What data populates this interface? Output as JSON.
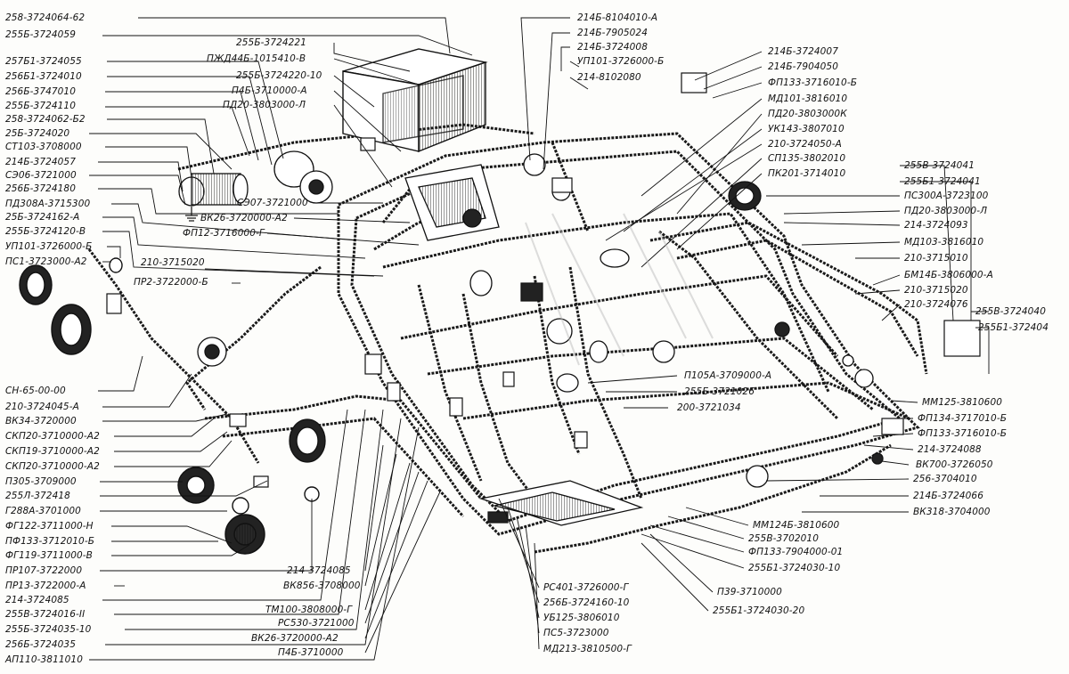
{
  "diagram": {
    "labels_left": [
      "258-3724064-62",
      "255Б-3724059",
      "257Б1-3724055",
      "256Б1-3724010",
      "256Б-3747010",
      "255Б-3724110",
      "258-3724062-Б2",
      "25Б-3724020",
      "СТ103-3708000",
      "214Б-3724057",
      "СЭ06-3721000",
      "256Б-3724180",
      "ПД308А-3715300",
      "25Б-3724162-А",
      "255Б-3724120-В",
      "УП101-3726000-Б",
      "ПС1-3723000-А2"
    ],
    "labels_left_bottom": [
      "СН-65-00-00",
      "210-3724045-А",
      "ВК34-3720000",
      "СКП20-3710000-А2",
      "СКП19-3710000-А2",
      "СКП20-3710000-А2",
      "П305-3709000",
      "255Л-372418",
      "Г288А-3701000",
      "ФГ122-3711000-Н",
      "ПФ133-3712010-Б",
      "ФГ119-3711000-В",
      "ПР107-3722000",
      "ПР13-3722000-А",
      "214-3724085",
      "255В-3724016-II",
      "255Б-3724035-10",
      "256Б-3724035",
      "АП110-3811010"
    ],
    "labels_top_center": [
      "255Б-3724221",
      "ПЖД44Б-1015410-В",
      "255Б-3724220-10",
      "П4Б-3710000-А",
      "ПД20-3803000-Л",
      "СЭ07-3721000",
      "ВК26-3720000-А2",
      "ФП12-3716000-Г",
      "210-3715020",
      "ПР2-3722000-Б"
    ],
    "labels_top_right": [
      "214Б-8104010-А",
      "214Б-7905024",
      "214Б-3724008",
      "УП101-3726000-Б",
      "214-8102080",
      "214Б-3724007",
      "214Б-7904050",
      "ФП133-3716010-Б",
      "МД101-3816010",
      "ПД20-3803000К",
      "УК143-3807010",
      "210-3724050-А",
      "СП135-3802010",
      "ПК201-3714010"
    ],
    "labels_right": [
      "255В-3724041",
      "255Б1-3724041",
      "ПС300А-3723100",
      "ПД20-3803000-Л",
      "214-3724093",
      "МД103-3816010",
      "210-3715010",
      "БМ14Б-3806000-А",
      "210-3715020",
      "210-3724076",
      "255В-3724040",
      "255Б1-372404"
    ],
    "labels_right_bottom": [
      "МM125-3810600",
      "ФП134-3717010-Б",
      "ФП133-3716010-Б",
      "214-3724088",
      "ВК700-3726050",
      "256-3704010",
      "214Б-3724066",
      "ВК318-3704000"
    ],
    "labels_center_mid": [
      "П105А-3709000-А",
      "255Б-3721026",
      "200-3721034"
    ],
    "labels_bottom_center": [
      "214-3724085",
      "ВК856-3708000",
      "ТМ100-3808000-Г",
      "РС530-3721000",
      "ВК26-3720000-А2",
      "П4Б-3710000"
    ],
    "labels_bottom_right": [
      "ММ124Б-3810600",
      "255В-3702010",
      "ФП133-7904000-01",
      "255Б1-3724030-10",
      "РС401-3726000-Г",
      "256Б-3724160-10",
      "УБ125-3806010",
      "ПС5-3723000",
      "МД213-3810500-Г",
      "П39-3710000",
      "255Б1-3724030-20"
    ]
  }
}
